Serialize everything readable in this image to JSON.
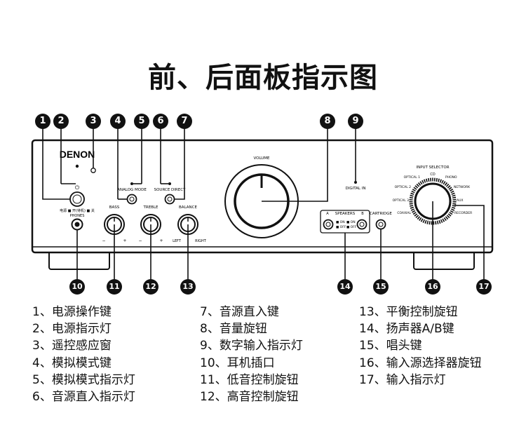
{
  "title": "前、后面板指示图",
  "brand": "DENON",
  "panel_labels": {
    "volume": "VOLUME",
    "analog_mode": "ANALOG MODE",
    "source_direct": "SOURCE DIRECT",
    "digital_in": "DIGITAL IN",
    "power_symbol": "⏻",
    "power_legend": "电源 ■ 开(待机) ■ 关",
    "phones": "PHONES",
    "bass": "BASS",
    "treble": "TREBLE",
    "balance": "BALANCE",
    "balance_left": "LEFT",
    "balance_right": "RIGHT",
    "minus": "−",
    "plus": "+",
    "speakers": "SPEAKERS",
    "spk_a": "A",
    "spk_b": "B",
    "spk_on": "■ ON",
    "spk_off": "■ OFF",
    "cartridge": "CARTRIDGE",
    "input_selector": "INPUT SELECTOR",
    "in_cd": "CD",
    "in_phono": "PHONO",
    "in_network": "NETWORK",
    "in_aux": "AUX",
    "in_recorder": "RECORDER",
    "in_coaxial": "COAXIAL",
    "in_optical3": "OPTICAL 3",
    "in_optical2": "OPTICAL 2",
    "in_optical1": "OPTICAL 1"
  },
  "callouts": [
    "1",
    "2",
    "3",
    "4",
    "5",
    "6",
    "7",
    "8",
    "9",
    "10",
    "11",
    "12",
    "13",
    "14",
    "15",
    "16",
    "17"
  ],
  "legend": {
    "col1": [
      "1、电源操作键",
      "2、电源指示灯",
      "3、遥控感应窗",
      "4、模拟模式键",
      "5、模拟模式指示灯",
      "6、音源直入指示灯"
    ],
    "col2": [
      "7、音源直入键",
      "8、音量旋钮",
      "9、数字输入指示灯",
      "10、耳机插口",
      "11、低音控制旋钮",
      "12、高音控制旋钮"
    ],
    "col3": [
      "13、平衡控制旋钮",
      "14、扬声器A/B键",
      "15、唱头键",
      "16、输入源选择器旋钮",
      "17、输入指示灯"
    ]
  }
}
